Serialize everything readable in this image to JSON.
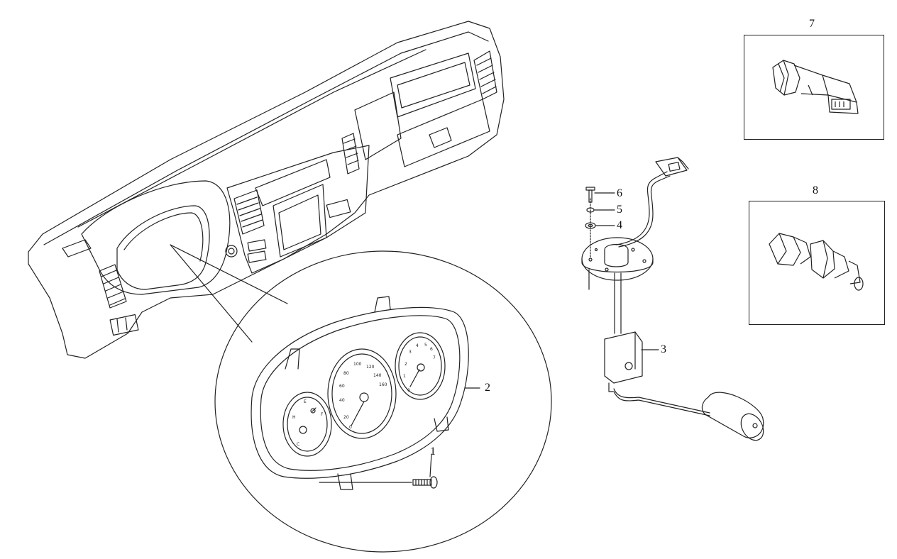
{
  "diagram": {
    "line_color": "#222222",
    "background": "#ffffff",
    "callouts": [
      {
        "id": "1",
        "label": "1"
      },
      {
        "id": "2",
        "label": "2"
      },
      {
        "id": "3",
        "label": "3"
      },
      {
        "id": "4",
        "label": "4"
      },
      {
        "id": "5",
        "label": "5"
      },
      {
        "id": "6",
        "label": "6"
      },
      {
        "id": "7",
        "label": "7"
      },
      {
        "id": "8",
        "label": "8"
      }
    ],
    "speedometer_ticks": [
      "0",
      "20",
      "40",
      "60",
      "80",
      "100",
      "120",
      "140",
      "160"
    ],
    "tachometer_ticks": [
      "0",
      "1",
      "2",
      "3",
      "4",
      "5",
      "6",
      "7"
    ],
    "fuel_gauge_marks": [
      "E",
      "F"
    ],
    "temp_gauge_marks": [
      "H",
      "C"
    ]
  }
}
